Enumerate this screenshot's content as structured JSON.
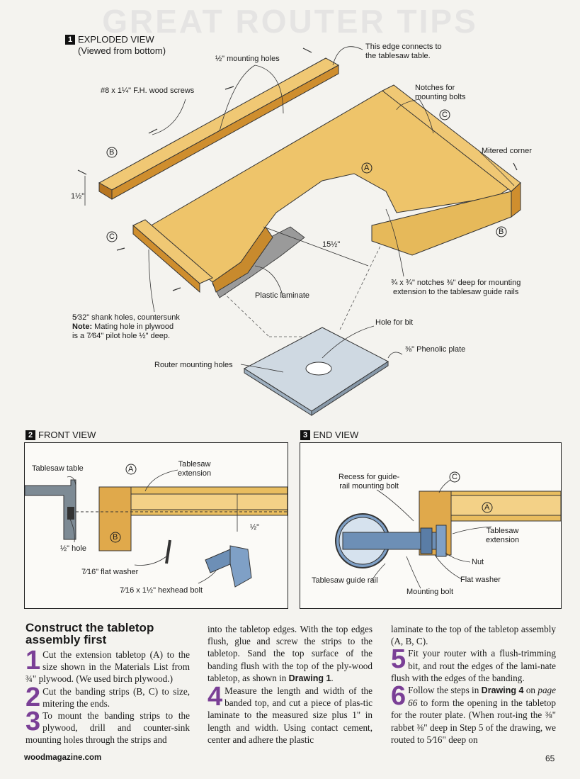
{
  "header_bleed": "GREAT ROUTER TIPS",
  "drawing1": {
    "num": "1",
    "title": "EXPLODED VIEW",
    "subtitle": "(Viewed from bottom)",
    "labels": {
      "edge_connects": "This edge connects to\nthe tablesaw table.",
      "mounting_holes": "½\" mounting holes",
      "notches_bolts": "Notches for\nmounting bolts",
      "screws": "#8 x 1¼\" F.H. wood screws",
      "mitered": "Mitered corner",
      "dim_1_5": "1½\"",
      "dim_15_5": "15½\"",
      "plastic": "Plastic laminate",
      "notches_detail": "¾ x ¾\" notches ⅜\" deep for mounting\nextension to the tablesaw guide rails",
      "shank_holes": "5⁄32\" shank holes, countersunk",
      "note_label": "Note:",
      "note_text": " Mating hole in plywood\nis a 7⁄64\" pilot hole ½\" deep.",
      "hole_for_bit": "Hole for bit",
      "phenolic": "⅜\" Phenolic plate",
      "router_mounting": "Router mounting holes"
    },
    "parts": [
      "A",
      "B",
      "B",
      "C",
      "C"
    ]
  },
  "drawing2": {
    "num": "2",
    "title": "FRONT VIEW",
    "labels": {
      "tablesaw_table": "Tablesaw table",
      "part_a": "A",
      "part_b": "B",
      "extension": "Tablesaw\nextension",
      "half_inch": "½\"",
      "half_hole": "½\" hole",
      "washer": "7⁄16\" flat washer",
      "bolt": "7⁄16 x 1½\" hexhead bolt"
    }
  },
  "drawing3": {
    "num": "3",
    "title": "END VIEW",
    "labels": {
      "recess": "Recess for guide-\nrail mounting bolt",
      "part_c": "C",
      "part_a": "A",
      "extension": "Tablesaw\nextension",
      "nut": "Nut",
      "washer": "Flat washer",
      "guide_rail": "Tablesaw guide rail",
      "bolt": "Mounting bolt"
    }
  },
  "article": {
    "heading": "Construct the tabletop assembly first",
    "steps": [
      {
        "n": "1",
        "text": "Cut the extension tabletop (A) to the size shown in the Materials List from ¾\" plywood. (We used birch plywood.)"
      },
      {
        "n": "2",
        "text": "Cut the banding strips (B, C) to size, mitering the ends."
      },
      {
        "n": "3",
        "text": "To mount the banding strips to the plywood, drill and counter-sink mounting holes through the strips and"
      }
    ],
    "col2_intro_a": "into the tabletop edges. With the top edges flush, glue and screw the strips to the tabletop. Sand the top surface of the banding flush with the top of the ply-wood tabletop, as shown in ",
    "col2_intro_ref": "Drawing 1",
    "col2_intro_b": ".",
    "step4": {
      "n": "4",
      "text": "Measure the length and width of the banded top, and cut a piece of plas-tic laminate to the measured size plus 1\" in length and width. Using contact cement, center and adhere the plastic"
    },
    "col3_intro": "laminate to the top of the tabletop assembly (A, B, C).",
    "step5": {
      "n": "5",
      "text": "Fit your router with a flush-trimming bit, and rout the edges of the lami-nate flush with the edges of the banding."
    },
    "step6": {
      "n": "6",
      "text_a": "Follow the steps in ",
      "ref": "Drawing 4",
      "text_b": " on ",
      "page_ref": "page 66",
      "text_c": " to form the opening in the tabletop for the router plate. (When rout-ing the ⅜\" rabbet ⅜\" deep in Step 5 of the drawing, we routed to 5⁄16\" deep on"
    }
  },
  "footer": {
    "site": "woodmagazine.com",
    "page": "65"
  },
  "colors": {
    "wood": "#e9bd5f",
    "wood_dark": "#c98a2c",
    "phenolic": "#c9d4de",
    "metal": "#6d8fb6",
    "step_number": "#7a3f96"
  }
}
